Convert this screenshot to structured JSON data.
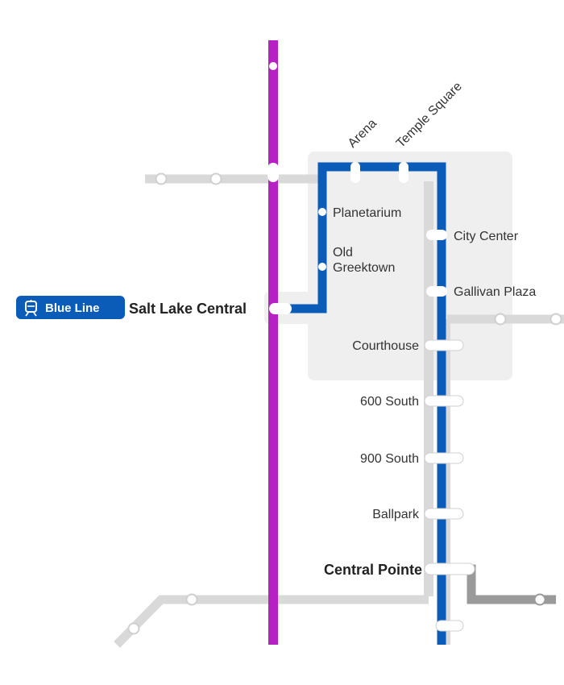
{
  "colors": {
    "purple_line": "#b620c4",
    "blue_line": "#0a5cb8",
    "gray_line": "#d9d9d9",
    "dark_gray_line": "#9a9a9a",
    "downtown_zone": "#efefef"
  },
  "badge": {
    "icon": "train-icon",
    "label": "Blue Line"
  },
  "stations": {
    "salt_lake_central": "Salt Lake Central",
    "arena": "Arena",
    "temple_square": "Temple Square",
    "planetarium": "Planetarium",
    "old_greektown_1": "Old",
    "old_greektown_2": "Greektown",
    "city_center": "City Center",
    "gallivan_plaza": "Gallivan Plaza",
    "courthouse": "Courthouse",
    "600_south": "600 South",
    "900_south": "900 South",
    "ballpark": "Ballpark",
    "central_pointe": "Central Pointe"
  }
}
